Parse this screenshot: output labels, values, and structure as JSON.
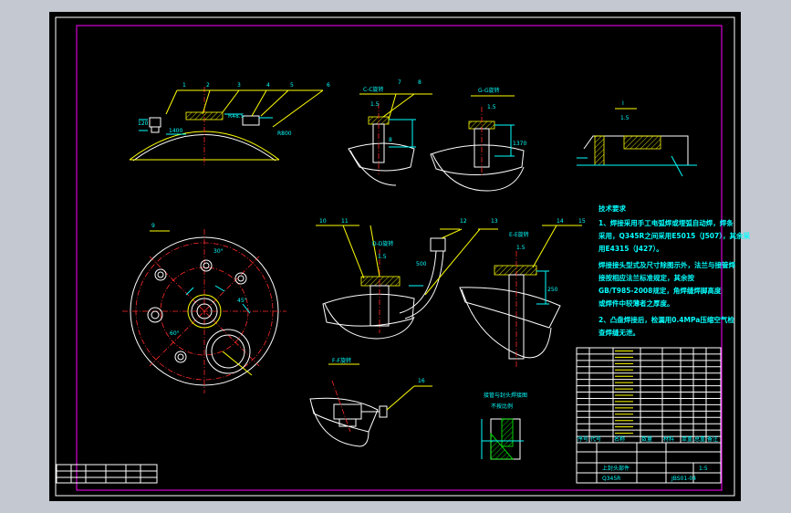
{
  "drawing": {
    "section_labels": {
      "c_c": "C-C旋转",
      "g_g": "G-G旋转",
      "d_d": "D-D旋转",
      "e_e": "E-E旋转",
      "f_f": "F-F旋转",
      "detail_i": "I",
      "hole_note_1": "接管与封头焊接图",
      "hole_note_2": "不按比例"
    },
    "scales": {
      "c_c": "1.5",
      "g_g": "1.5",
      "d_d": "1.5",
      "e_e": "1.5",
      "detail_i": "1.5"
    },
    "callouts_top": [
      "1",
      "2",
      "3",
      "4",
      "5",
      "6"
    ],
    "callouts_cc": [
      "7",
      "8"
    ],
    "callouts_dd": [
      "10",
      "11"
    ],
    "callouts_mid": [
      "12",
      "13"
    ],
    "callouts_ee": [
      "14",
      "15"
    ],
    "callouts_ff": [
      "16"
    ],
    "callout_plan": "9",
    "dims": {
      "d1": "R800",
      "d2": "1400",
      "d3": "R48.5",
      "d4": "8",
      "d5": "1370",
      "d6": "120",
      "d7": "30°",
      "d8": "45°",
      "d9": "60°",
      "d10": "500",
      "d11": "250"
    }
  },
  "tech_requirements": {
    "title": "技术要求",
    "lines": [
      "1、焊接采用手工电弧焊或埋弧自动焊，焊条",
      "采用，Q345R之间采用E5015（J507），其余采",
      "用E4315（J427）。",
      "焊接接头型式及尺寸除图示外，法兰与接管焊",
      "接按相应法兰标准规定，其余按",
      "GB/T985-2008规定，角焊缝焊脚高度",
      "或焊件中较薄者之厚度。",
      "2、凸盘焊接后，检漏用0.4MPa压缩空气检",
      "查焊缝无泄。"
    ]
  },
  "bom": {
    "row_count": 14,
    "columns": [
      "序号",
      "代号",
      "名称",
      "数量",
      "材料",
      "单重",
      "总重",
      "备注"
    ]
  },
  "title_block": {
    "name": "上封头部件",
    "drawing_no": "JBS01-04",
    "material": "Q345R",
    "scale": "1:5"
  },
  "revision_block": {
    "rows": 3
  }
}
